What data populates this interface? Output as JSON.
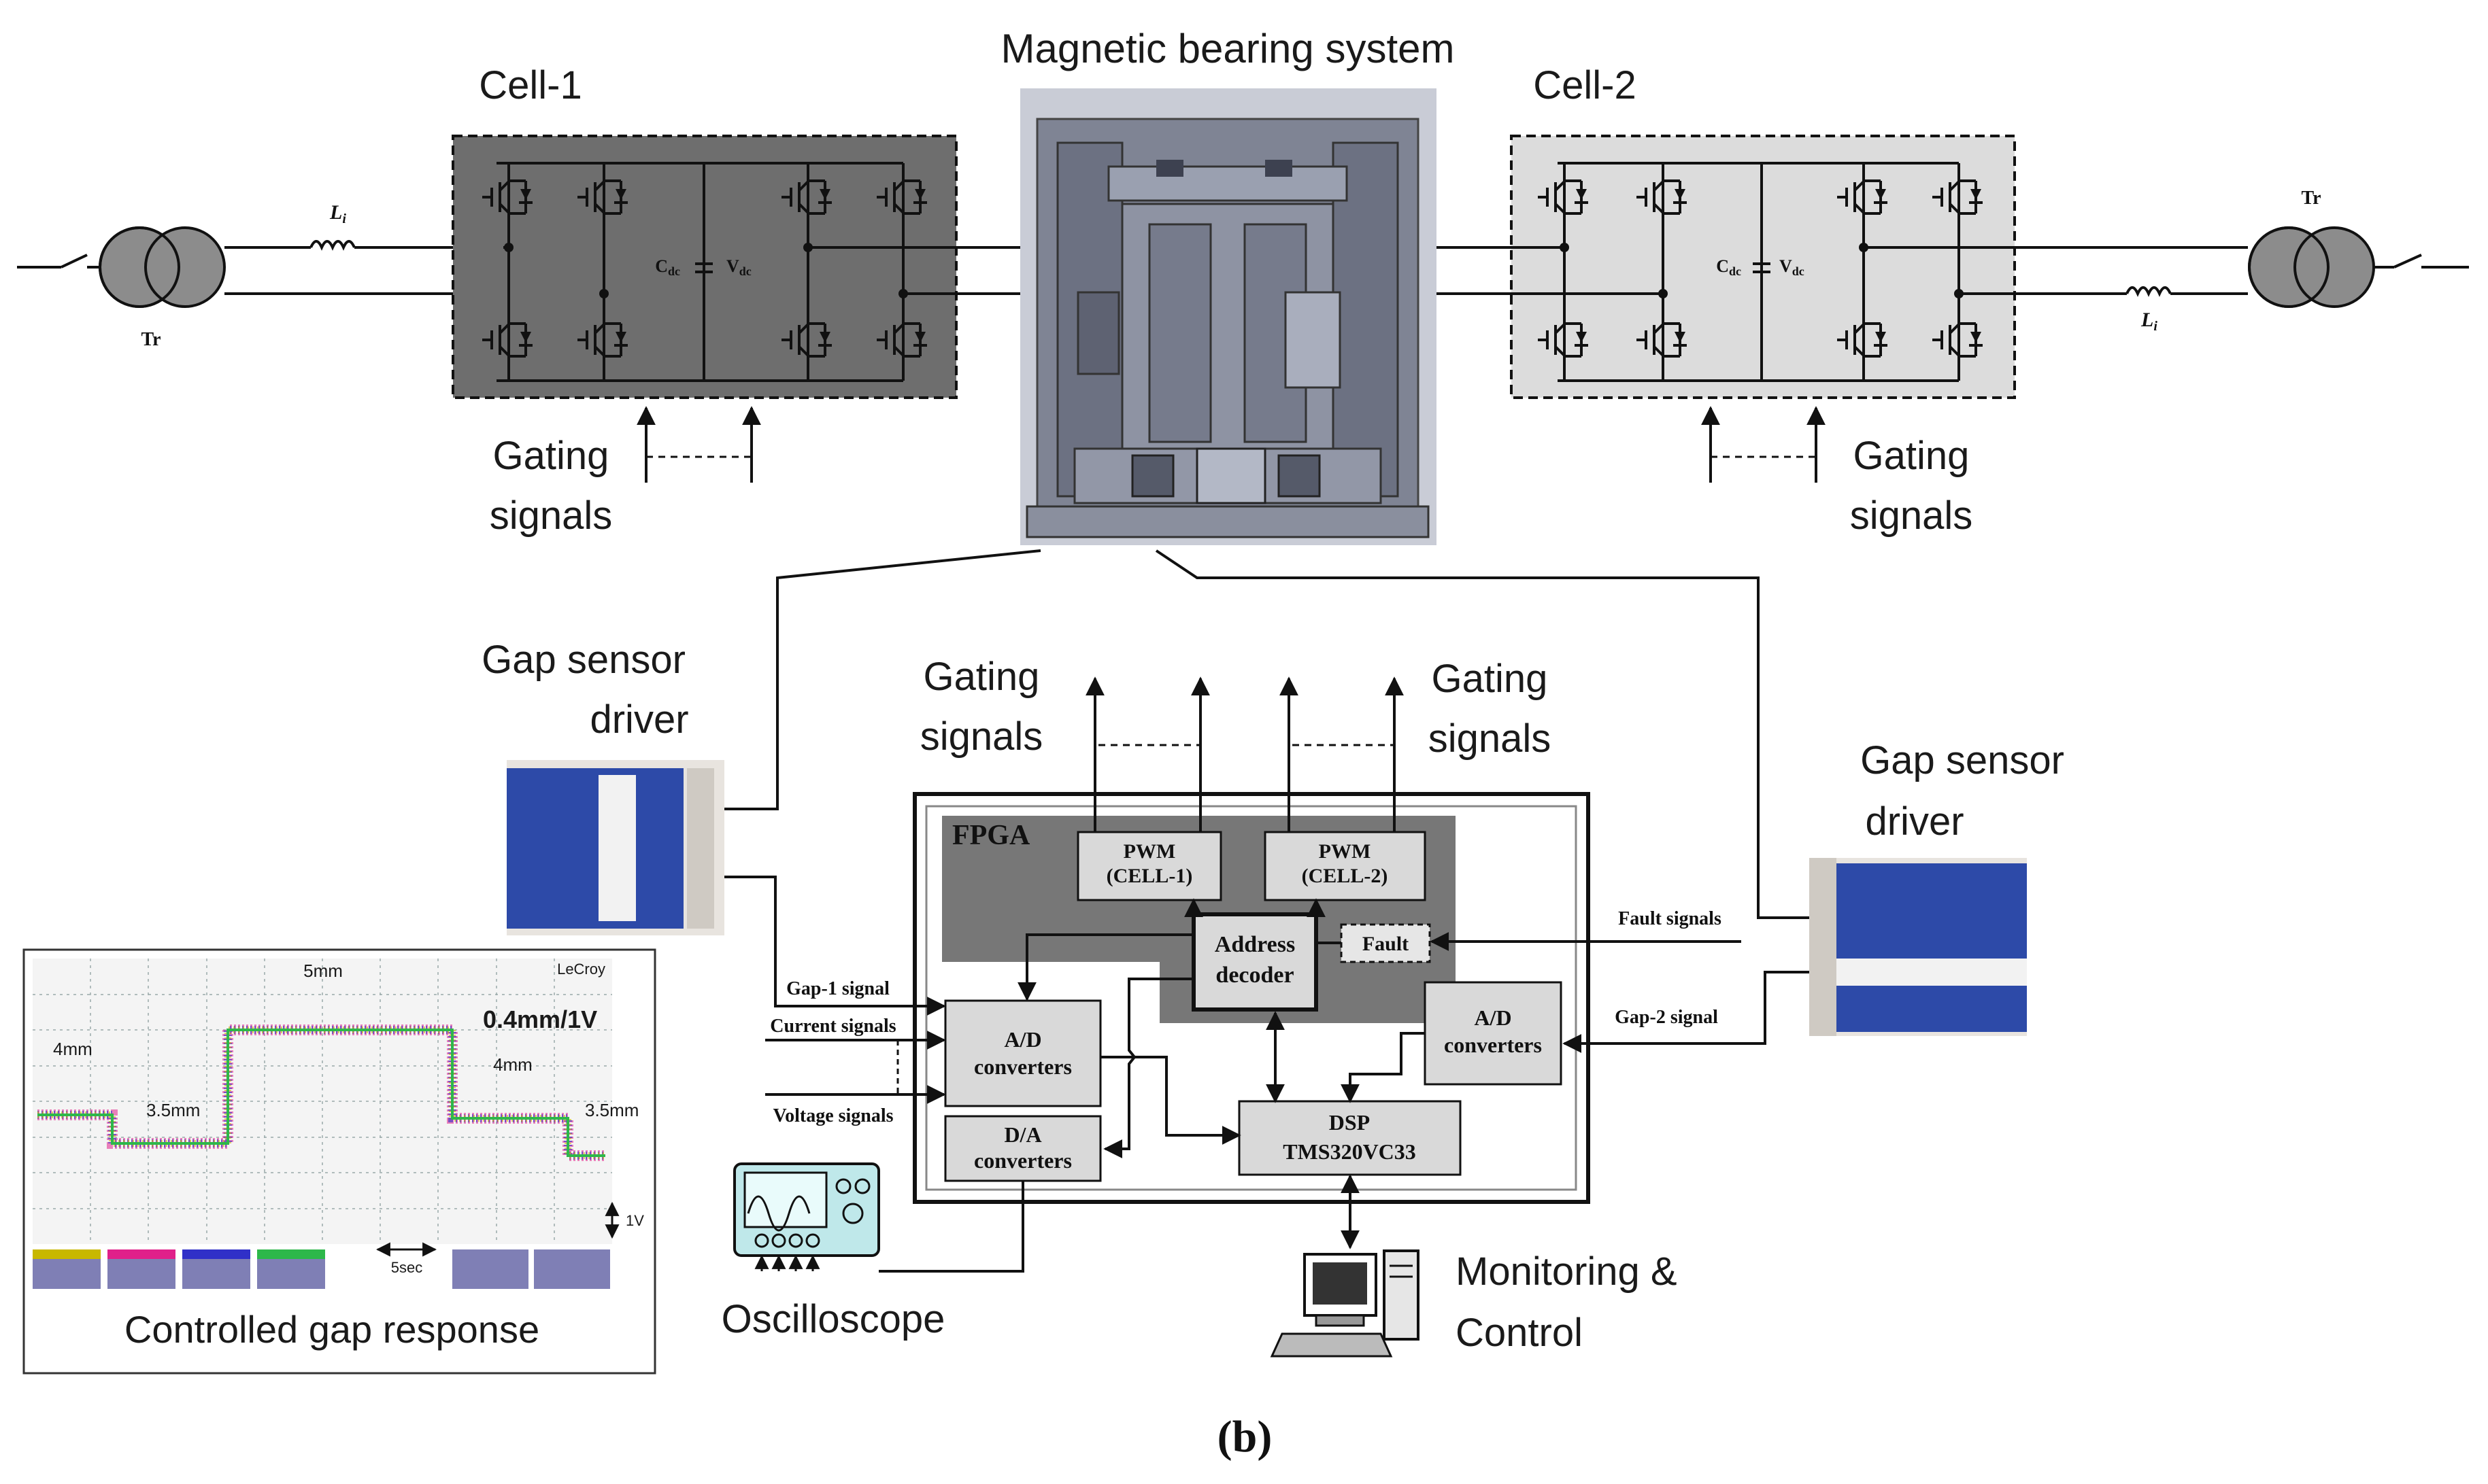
{
  "figure_label": "(b)",
  "labels": {
    "mbs_title": "Magnetic bearing system",
    "cell1": "Cell-1",
    "cell2": "Cell-2",
    "gating_l1": "Gating",
    "gating_l2": "signals",
    "gap_sensor_l1": "Gap sensor",
    "gap_sensor_l2": "driver",
    "oscilloscope": "Oscilloscope",
    "monitoring_l1": "Monitoring &",
    "monitoring_l2": "Control",
    "controlled_gap": "Controlled gap response"
  },
  "circuit": {
    "tr": "Tr",
    "li": "L",
    "li_sub": "i",
    "cdc": "C",
    "vdc": "V",
    "dc_sub": "dc"
  },
  "controller": {
    "fpga": "FPGA",
    "pwm1_l1": "PWM",
    "pwm1_l2": "(CELL-1)",
    "pwm2_l1": "PWM",
    "pwm2_l2": "(CELL-2)",
    "addr_l1": "Address",
    "addr_l2": "decoder",
    "fault": "Fault",
    "ad1_l1": "A/D",
    "ad1_l2": "converters",
    "ad2_l1": "A/D",
    "ad2_l2": "converters",
    "da_l1": "D/A",
    "da_l2": "converters",
    "dsp_l1": "DSP",
    "dsp_l2": "TMS320VC33"
  },
  "signals": {
    "gap1": "Gap-1 signal",
    "current": "Current signals",
    "voltage": "Voltage signals",
    "fault": "Fault signals",
    "gap2": "Gap-2 signal"
  },
  "scope": {
    "brand": "LeCroy",
    "scale": "0.4mm/1V",
    "lvl_5mm": "5mm",
    "lvl_4mm_a": "4mm",
    "lvl_3_5mm_a": "3.5mm",
    "lvl_4mm_b": "4mm",
    "lvl_3_5mm_b": "3.5mm",
    "time_div": "5sec",
    "volt_div": "1V"
  },
  "colors": {
    "cell1_fill": "#6e6e6e",
    "cell2_fill": "#dcdcdc",
    "fpga_fill": "#777777",
    "block_fill": "#d9d9d9",
    "mbs_fill": "#8a8f9e",
    "scope_bg": "#f4f4f4",
    "trace_green": "#2db84a",
    "trace_pink": "#e0208a",
    "trace_blue": "#3030c8",
    "trace_yellow": "#c8b800"
  }
}
